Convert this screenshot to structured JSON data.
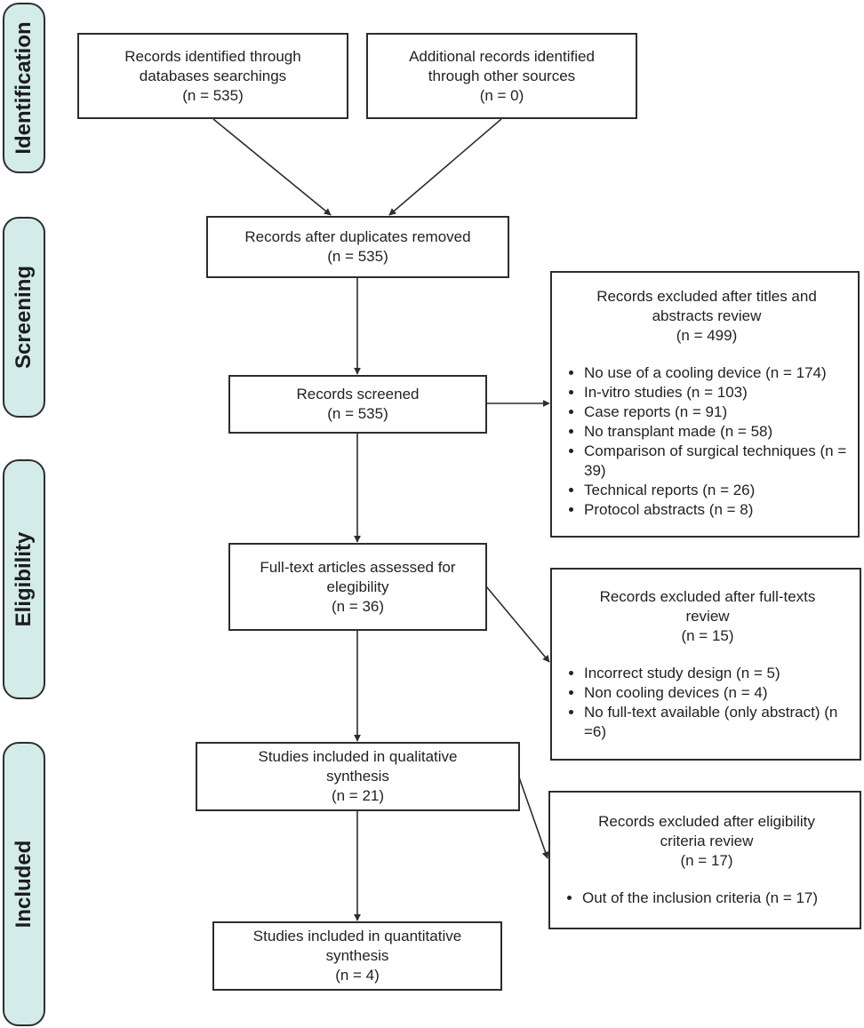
{
  "stages": {
    "identification": "Identification",
    "screening": "Screening",
    "eligibility": "Eligibility",
    "included": "Included"
  },
  "boxes": {
    "db_records": {
      "lines": [
        "Records identified through",
        "databases searchings",
        "(n = 535)"
      ]
    },
    "other_records": {
      "lines": [
        "Additional records identified",
        "through other sources",
        "(n = 0)"
      ]
    },
    "duplicates_removed": {
      "lines": [
        "Records after duplicates removed",
        "(n = 535)"
      ]
    },
    "screened": {
      "lines": [
        "Records screened",
        "(n = 535)"
      ]
    },
    "fulltext_assessed": {
      "lines": [
        "Full-text articles assessed for",
        "elegibility",
        "(n = 36)"
      ]
    },
    "qualitative": {
      "lines": [
        "Studies included in qualitative",
        "synthesis",
        "(n = 21)"
      ]
    },
    "quantitative": {
      "lines": [
        "Studies included in quantitative",
        "synthesis",
        "(n = 4)"
      ]
    }
  },
  "exclusions": {
    "titles_abstracts": {
      "title": [
        "Records excluded after titles and",
        "abstracts review",
        "(n = 499)"
      ],
      "items": [
        "No use of a cooling device (n = 174)",
        "In-vitro studies (n = 103)",
        "Case reports (n = 91)",
        "No transplant made (n = 58)",
        "Comparison of surgical techniques (n = 39)",
        "Technical reports (n = 26)",
        "Protocol abstracts (n = 8)"
      ]
    },
    "full_texts": {
      "title": [
        "Records excluded after full-texts",
        "review",
        "(n = 15)"
      ],
      "items": [
        "Incorrect study design (n = 5)",
        "Non cooling devices (n = 4)",
        "No full-text available (only abstract) (n =6)"
      ]
    },
    "eligibility_criteria": {
      "title": [
        "Records excluded after eligibility",
        "criteria review",
        "(n = 17)"
      ],
      "items": [
        "Out of the inclusion criteria (n = 17)"
      ]
    }
  }
}
